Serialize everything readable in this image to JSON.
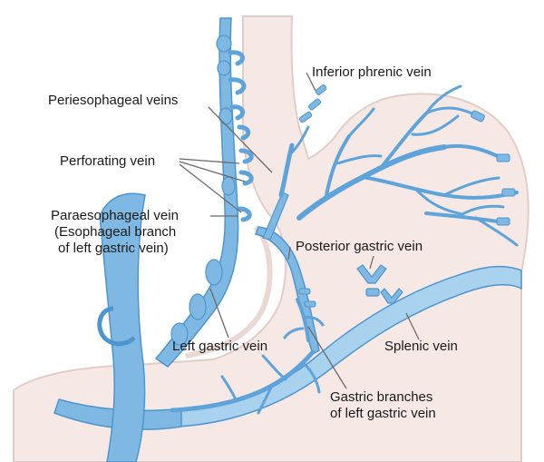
{
  "labels": {
    "inferior_phrenic": "Inferior phrenic vein",
    "periesophageal": "Periesophageal veins",
    "perforating": "Perforating vein",
    "paraesophageal_1": "Paraesophageal vein",
    "paraesophageal_2": "(Esophageal branch",
    "paraesophageal_3": "of left gastric vein)",
    "posterior_gastric": "Posterior gastric vein",
    "left_gastric": "Left gastric vein",
    "splenic": "Splenic vein",
    "gastric_branches_1": "Gastric branches",
    "gastric_branches_2": "of left gastric vein"
  },
  "colors": {
    "stomach_fill": "#f6e9e5",
    "stomach_edge": "#e2cdc6",
    "vein_fill": "#7fb9e3",
    "vein_dark": "#4d95cf",
    "vein_light": "#a9d2ef",
    "leader": "#6b6b6b"
  }
}
